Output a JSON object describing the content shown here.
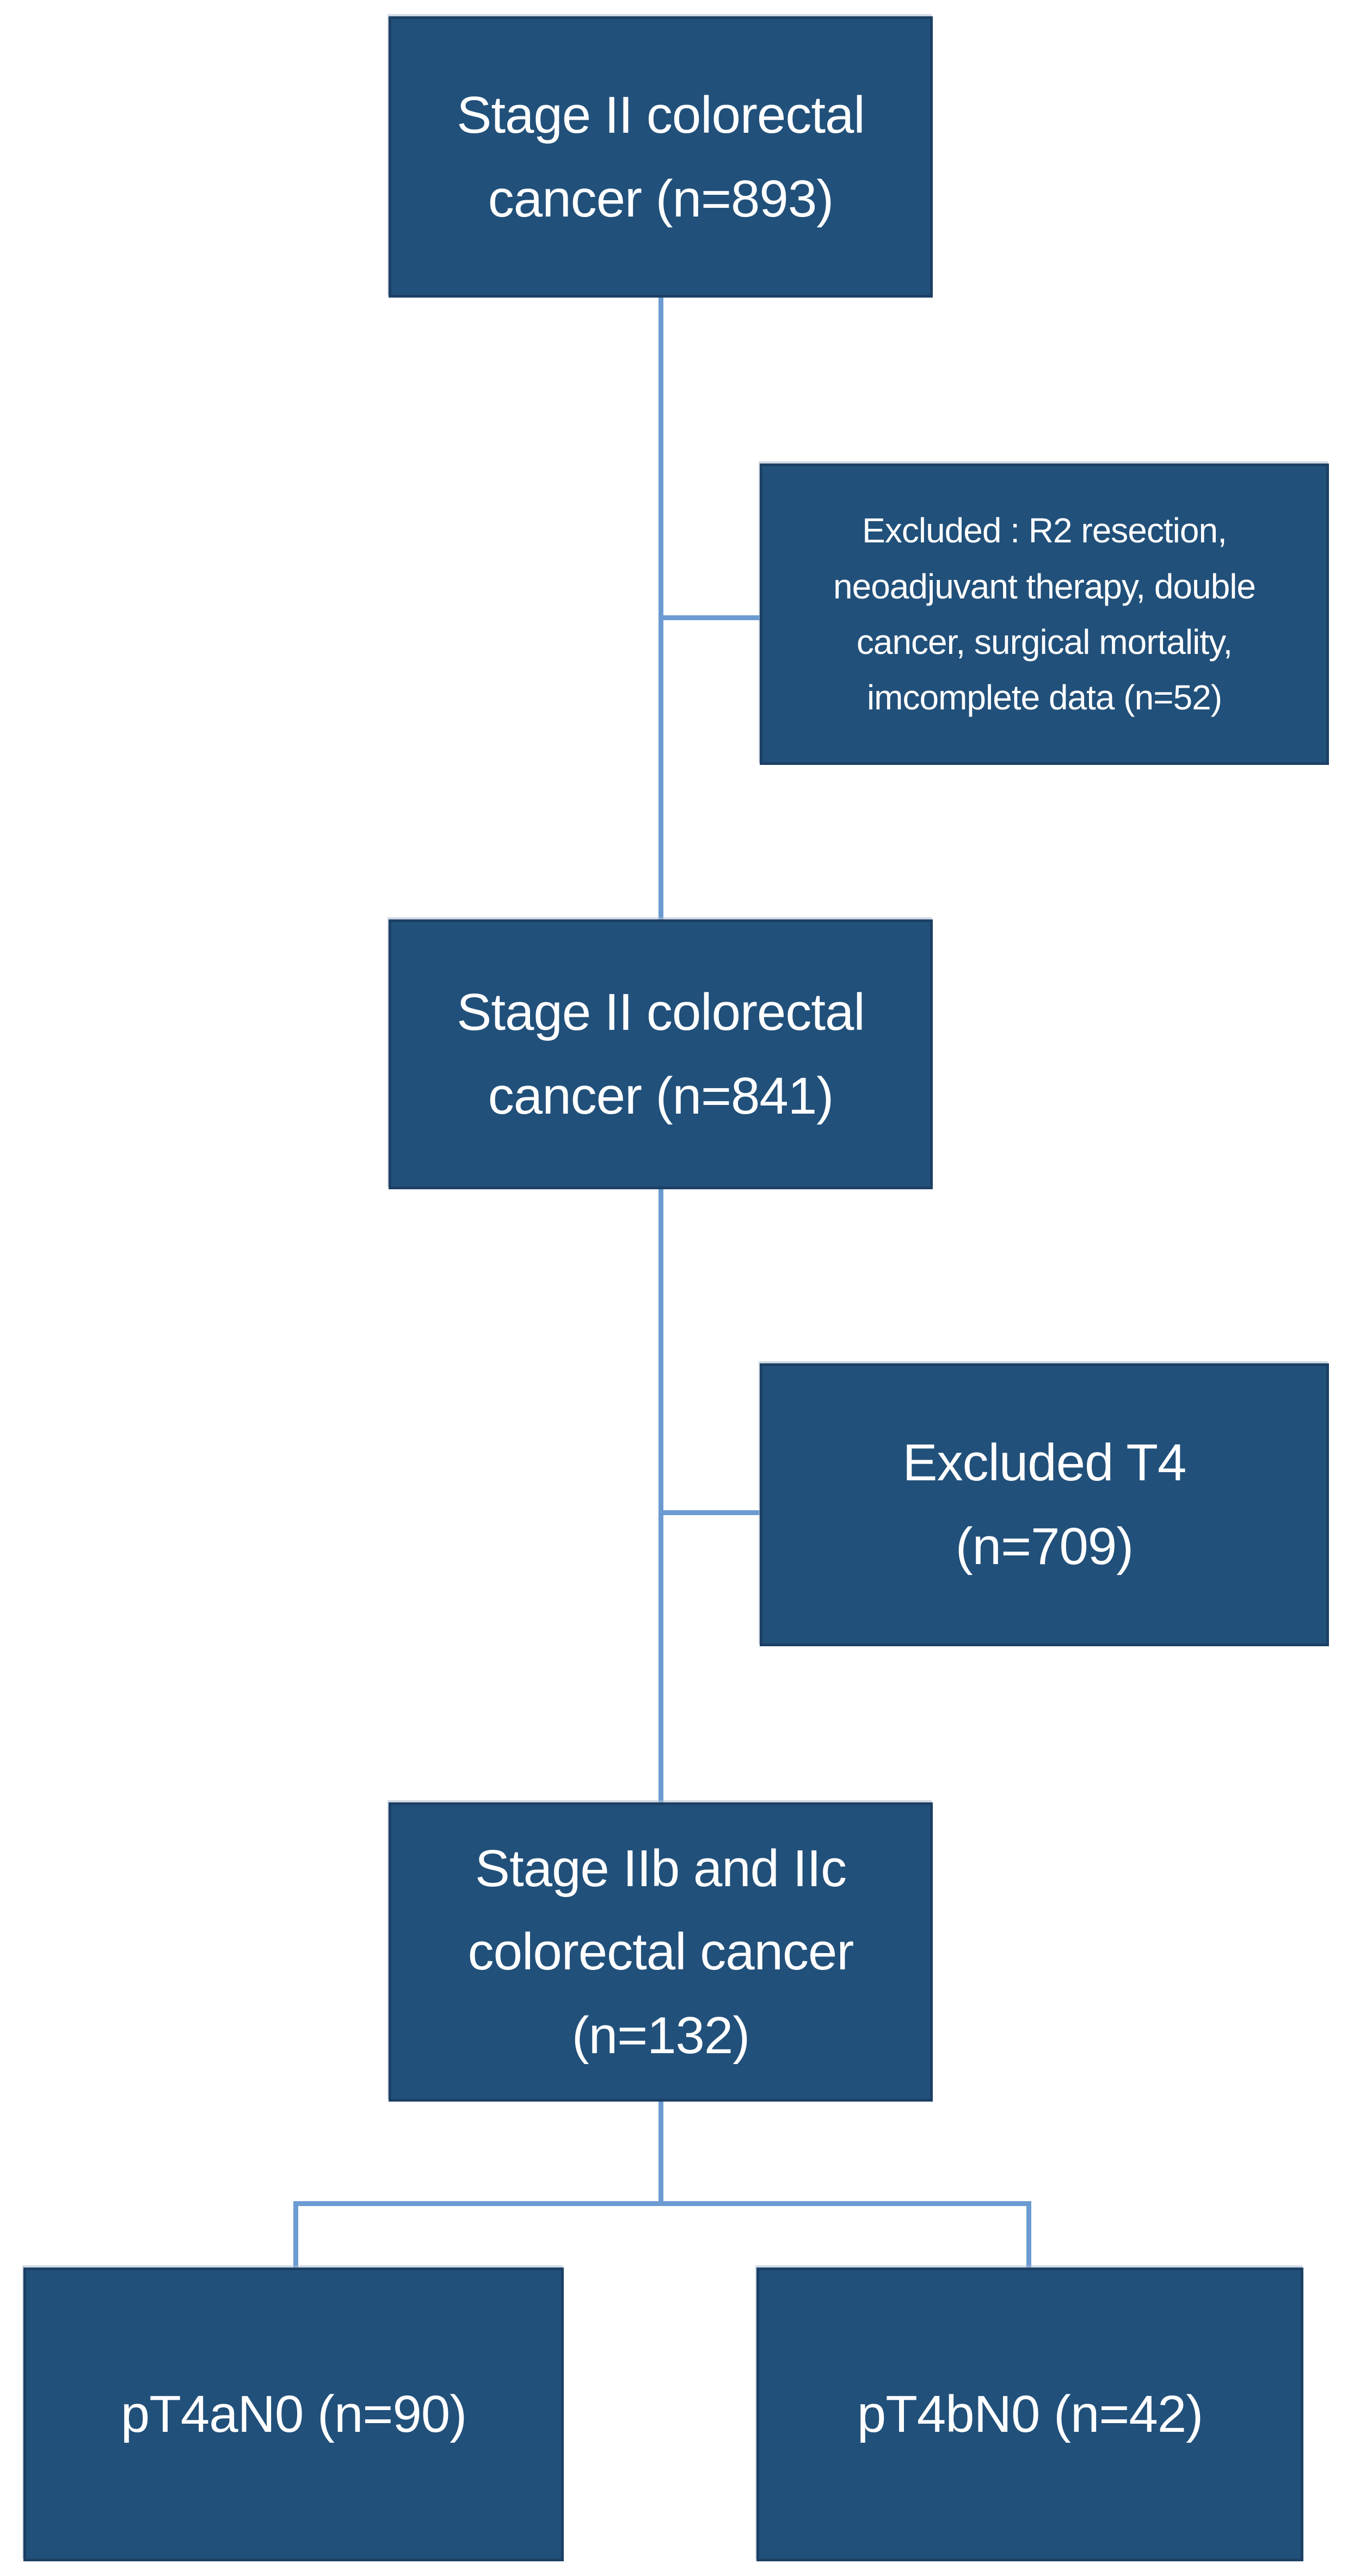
{
  "boxes": {
    "stage_ii_893": {
      "text": "Stage II colorectal\ncancer (n=893)"
    },
    "excluded_52": {
      "text": "Excluded : R2 resection,\nneoadjuvant therapy, double\ncancer, surgical mortality,\nimcomplete data (n=52)"
    },
    "stage_ii_841": {
      "text": "Stage II colorectal\ncancer (n=841)"
    },
    "excluded_t4_709": {
      "text": "Excluded T4\n(n=709)"
    },
    "stage_iib_iic_132": {
      "text": "Stage IIb and IIc\ncolorectal cancer\n(n=132)"
    },
    "pt4an0_90": {
      "text": "pT4aN0 (n=90)"
    },
    "pt4bn0_42": {
      "text": "pT4bN0 (n=42)"
    }
  },
  "colors": {
    "box-fill": "#21507a",
    "box-border": "#1c4065",
    "connector": "#6c9bd2",
    "box-text": "#ffffff",
    "background": "#ffffff"
  }
}
